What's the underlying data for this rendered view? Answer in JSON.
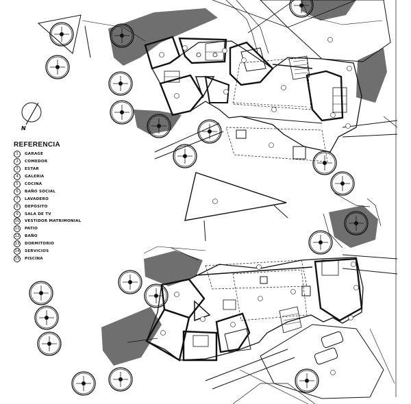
{
  "legend": {
    "title": "REFERENCIA",
    "items": [
      {
        "num": "1",
        "label": "GARAGE"
      },
      {
        "num": "2",
        "label": "COMEDOR"
      },
      {
        "num": "3",
        "label": "ESTAR"
      },
      {
        "num": "4",
        "label": "GALERIA"
      },
      {
        "num": "5",
        "label": "COCINA"
      },
      {
        "num": "6",
        "label": "BAÑO SOCIAL"
      },
      {
        "num": "7",
        "label": "LAVADERO"
      },
      {
        "num": "8",
        "label": "DEPOSITO"
      },
      {
        "num": "9",
        "label": "SALA DE TV"
      },
      {
        "num": "10",
        "label": "VESTIDOR MATRIMONIAL"
      },
      {
        "num": "11",
        "label": "PATIO"
      },
      {
        "num": "12",
        "label": "BAÑO"
      },
      {
        "num": "13",
        "label": "DORMITORIO"
      },
      {
        "num": "14",
        "label": "SERVICIOS"
      },
      {
        "num": "15",
        "label": "PISCINA"
      }
    ]
  },
  "north_arrow": {
    "label": "N"
  },
  "colors": {
    "ink": "#111111",
    "landscape_fill": "#6f6f6f",
    "paper": "#ffffff"
  }
}
